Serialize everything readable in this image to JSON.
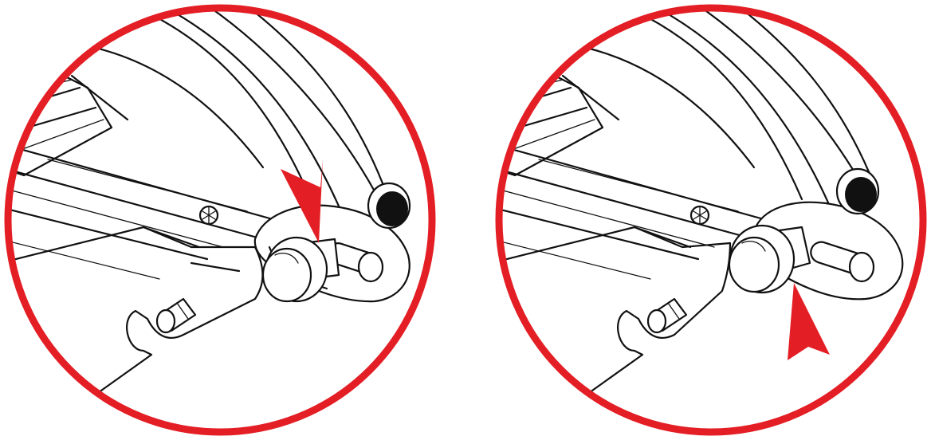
{
  "figure": {
    "panels": [
      {
        "id": "step-1",
        "knob_state": "engaged",
        "arrow_direction": "down"
      },
      {
        "id": "step-2",
        "knob_state": "pulled-out",
        "arrow_direction": "up"
      }
    ],
    "colors": {
      "frame": "#e31e24",
      "arrow": "#e31e24",
      "line": "#111111",
      "background": "#ffffff"
    },
    "icons": [
      "detail-circle-frame",
      "knurled-knob-icon",
      "slotted-bracket",
      "screw-icon",
      "arrow-indicator"
    ]
  }
}
